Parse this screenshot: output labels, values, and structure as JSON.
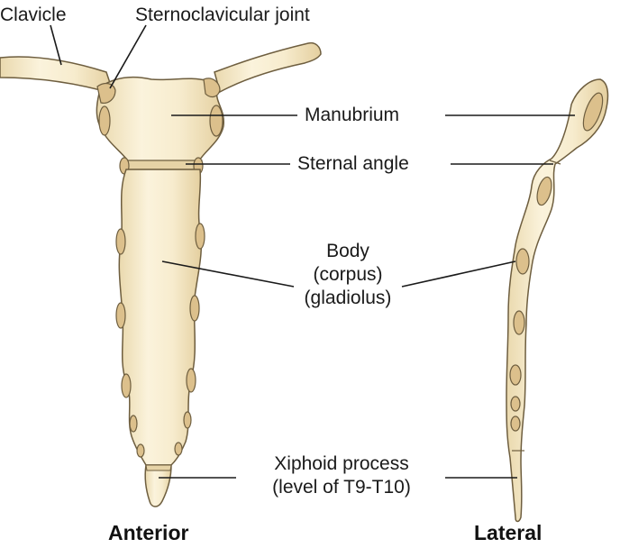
{
  "labels": {
    "clavicle": "Clavicle",
    "sternoclavicular_joint": "Sternoclavicular joint",
    "manubrium": "Manubrium",
    "sternal_angle": "Sternal angle",
    "body": [
      "Body",
      "(corpus)",
      "(gladiolus)"
    ],
    "xiphoid": [
      "Xiphoid process",
      "(level of T9-T10)"
    ]
  },
  "views": {
    "anterior": "Anterior",
    "lateral": "Lateral"
  },
  "colors": {
    "bone_fill": "#f6ebcb",
    "bone_shade": "#e6d3a6",
    "bone_outline": "#6e5e3f",
    "cartilage": "#dcc08c",
    "line": "#1a1a1a"
  }
}
